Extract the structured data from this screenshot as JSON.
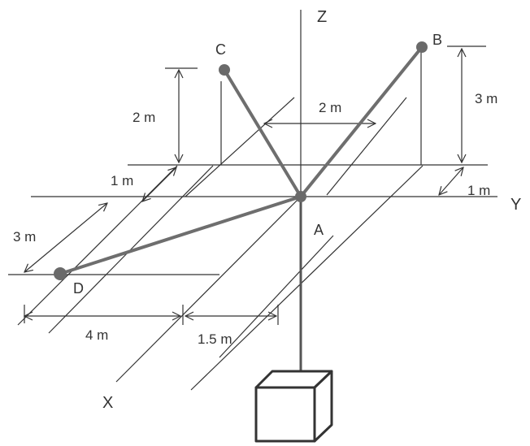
{
  "axes": {
    "x": "X",
    "y": "Y",
    "z": "Z"
  },
  "points": {
    "a": "A",
    "b": "B",
    "c": "C",
    "d": "D"
  },
  "dimensions": {
    "c_height": "2 m",
    "c_offset_x": "1 m",
    "c_to_b_width": "2 m",
    "b_height": "3 m",
    "b_offset_x": "1 m",
    "d_offset_y": "3 m",
    "d_offset_x_a": "4 m",
    "d_offset_x_b": "1.5 m"
  },
  "colors": {
    "lines": "#333333",
    "cables": "#6e6e6e",
    "background": "#ffffff"
  }
}
